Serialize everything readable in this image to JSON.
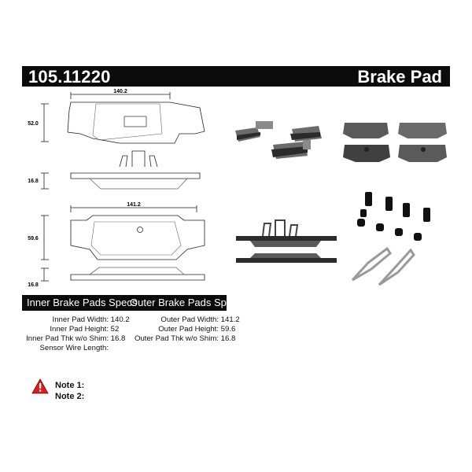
{
  "header": {
    "part_number": "105.11220",
    "product_type": "Brake Pad"
  },
  "drawing": {
    "inner_width_dim": "140.2",
    "inner_height_dim": "52.0",
    "inner_thk_dim": "16.8",
    "outer_width_dim": "141.2",
    "outer_height_dim": "59.6",
    "outer_thk_dim": "16.8"
  },
  "specs": {
    "inner_title": "Inner Brake Pads Specs",
    "outer_title": "Outer Brake Pads Specs",
    "inner": [
      {
        "label": "Inner Pad Width:",
        "value": "140.2"
      },
      {
        "label": "Inner Pad Height:",
        "value": "52"
      },
      {
        "label": "Inner Pad Thk w/o Shim:",
        "value": "16.8"
      },
      {
        "label": "Sensor Wire Length:",
        "value": ""
      }
    ],
    "outer": [
      {
        "label": "Outer Pad Width:",
        "value": "141.2"
      },
      {
        "label": "Outer Pad Height:",
        "value": "59.6"
      },
      {
        "label": "Outer Pad Thk w/o Shim:",
        "value": "16.8"
      }
    ]
  },
  "notes": {
    "note1_label": "Note 1:",
    "note2_label": "Note 2:"
  },
  "colors": {
    "header_bg": "#0b0b0b",
    "pad_friction": "#5a5a5a",
    "backing_plate": "#2b2b2b",
    "warning_red": "#d62020"
  }
}
